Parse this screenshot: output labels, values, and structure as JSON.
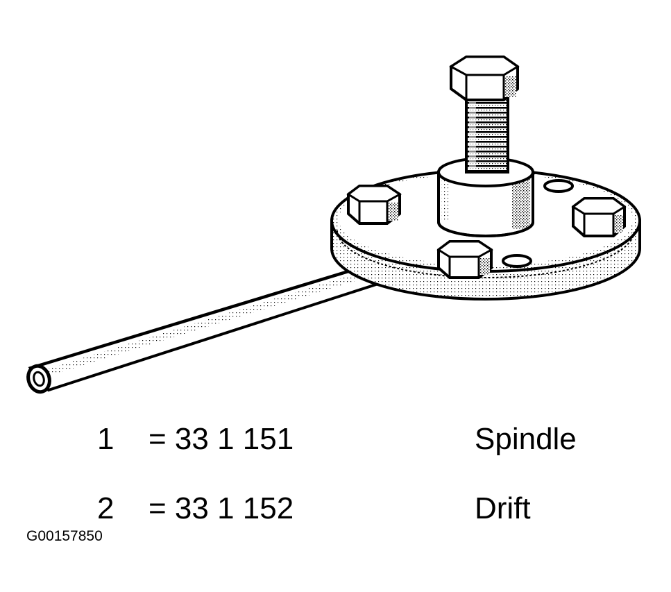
{
  "legend": [
    {
      "number": "1",
      "part": "= 33 1 151",
      "name": "Spindle"
    },
    {
      "number": "2",
      "part": "= 33 1 152",
      "name": "Drift"
    }
  ],
  "figure_id": "G00157850",
  "colors": {
    "ink": "#000000",
    "paper": "#ffffff",
    "shade": "#8c8c8c"
  }
}
